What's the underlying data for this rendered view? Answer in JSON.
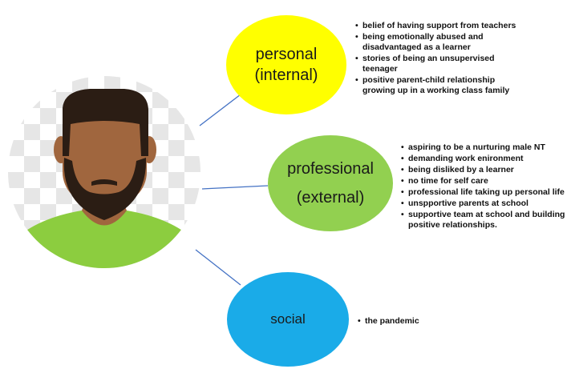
{
  "nodes": {
    "personal": {
      "label": "personal\n(internal)",
      "color": "#ffff00",
      "items": [
        "belief of having support from teachers",
        "being  emotionally abused and\ndisadvantaged as a learner",
        "stories of being an unsupervised\nteenager",
        "positive parent-child relationship\ngrowing up in a working class family"
      ]
    },
    "professional": {
      "label": "professional\n(external)",
      "color": "#92d050",
      "items": [
        "aspiring to be a nurturing male NT",
        "demanding work enironment",
        "being disliked by a learner",
        "no time for self care",
        "professional life taking up personal life",
        "unspportive parents at school",
        "supportive team at school and building\npositive relationships."
      ]
    },
    "social": {
      "label": "social",
      "color": "#1aabe8",
      "items": [
        "the pandemic"
      ]
    }
  },
  "avatar": {
    "icon": "man-avatar-icon",
    "background": "transparency-checkerboard"
  },
  "colors": {
    "connector": "#4472c4",
    "skin": "#a0663e",
    "hair": "#2b1d14",
    "shirt": "#8ccd3f"
  }
}
